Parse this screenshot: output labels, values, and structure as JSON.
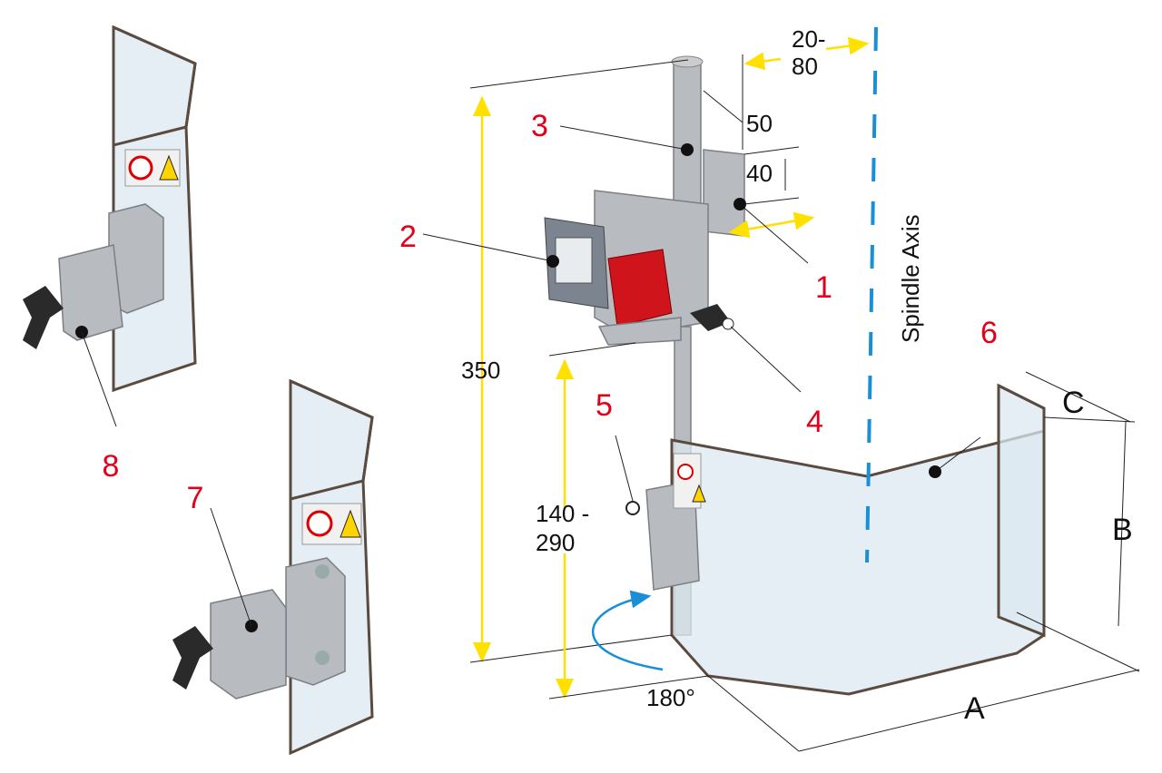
{
  "callouts": [
    "1",
    "2",
    "3",
    "4",
    "5",
    "6",
    "7",
    "8"
  ],
  "dimensions": {
    "offset": "20-",
    "offset2": "80",
    "d50": "50",
    "d40": "40",
    "height": "350",
    "range1": "140 -",
    "range2": "290",
    "rotation": "180°",
    "A": "A",
    "B": "B",
    "C": "C"
  },
  "axis_label": "Spindle Axis",
  "colors": {
    "callout": "#e3001b",
    "axis": "#1a8fd6",
    "arrow": "#ffe000"
  }
}
